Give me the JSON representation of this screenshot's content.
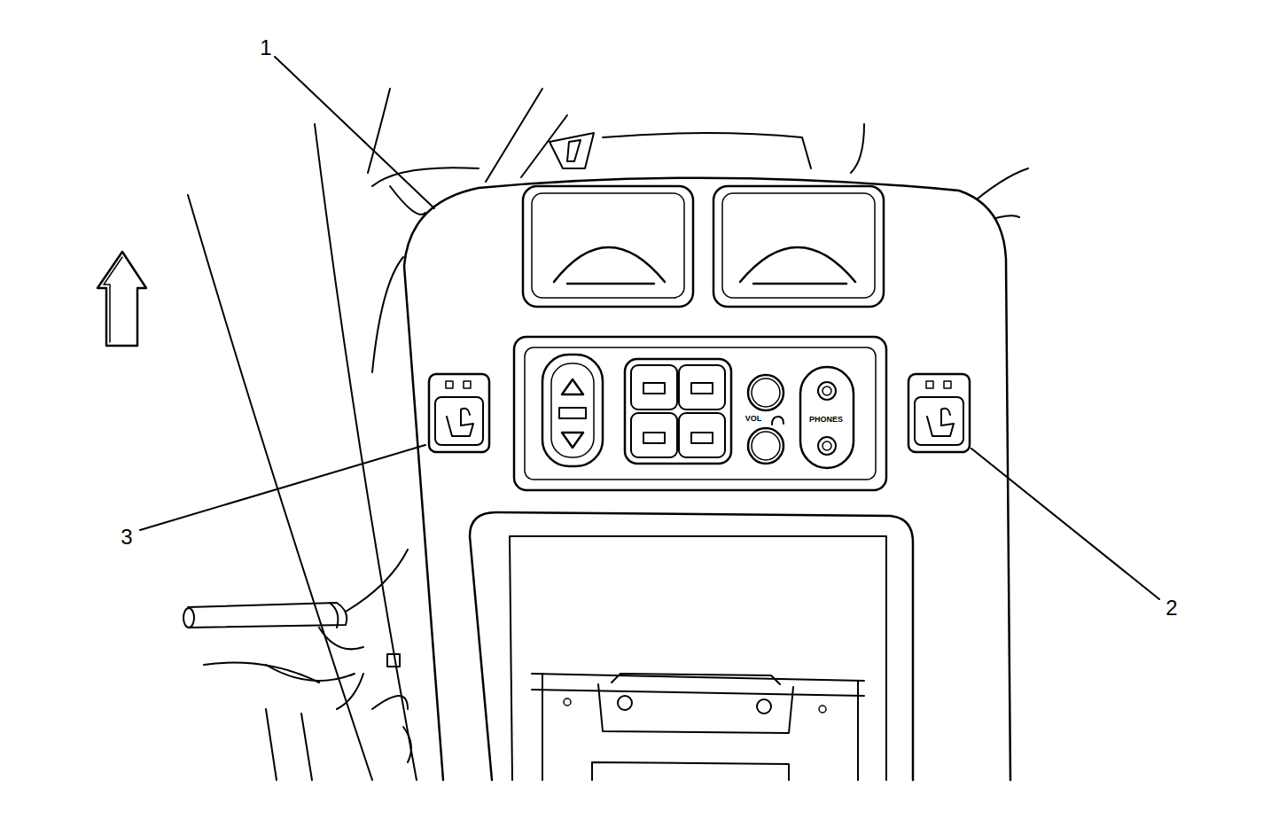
{
  "diagram": {
    "labels": [
      "1",
      "2",
      "3",
      "VOL",
      "PHONES"
    ]
  }
}
